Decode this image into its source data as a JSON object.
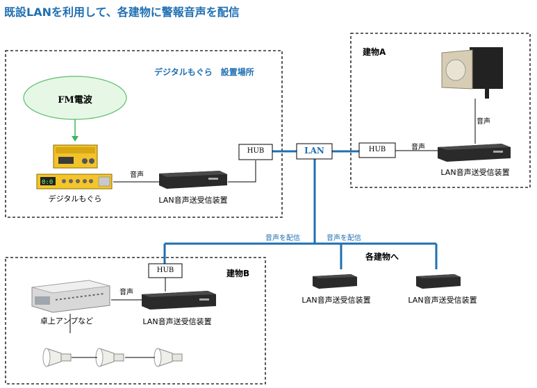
{
  "title": "既設LANを利用して、各建物に警報音声を配信",
  "zones": {
    "mogura_site": "デジタルもぐら　設置場所",
    "building_a": "建物A",
    "building_b": "建物B",
    "to_buildings": "各建物へ"
  },
  "nodes": {
    "fm": "FM電波",
    "mogura": "デジタルもぐら",
    "hub1": "HUB",
    "hub_a": "HUB",
    "hub_b": "HUB",
    "lan": "LAN",
    "lan_device_src": "LAN音声送受信装置",
    "lan_device_a": "LAN音声送受信装置",
    "lan_device_b": "LAN音声送受信装置",
    "lan_device_c1": "LAN音声送受信装置",
    "lan_device_c2": "LAN音声送受信装置",
    "amp": "卓上アンプなど"
  },
  "edges": {
    "audio_1": "音声",
    "audio_a1": "音声",
    "audio_a2": "音声",
    "audio_b": "音声",
    "deliver_1": "音声を配信",
    "deliver_2": "音声を配信"
  },
  "colors": {
    "title": "#1f6fb2",
    "lan_line": "#1f6fb2",
    "fm_ellipse_fill": "#e6f7e6",
    "fm_ellipse_stroke": "#5dbd6a",
    "fm_arrow": "#3bb55a"
  }
}
